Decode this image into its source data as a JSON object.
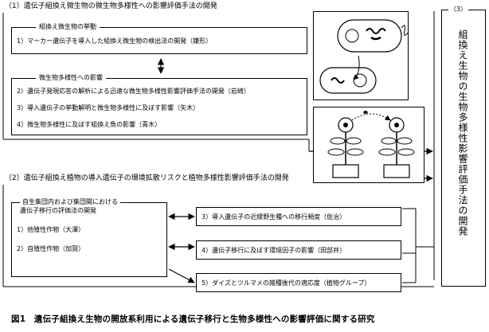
{
  "section1": {
    "title": "（1）遺伝子組換え微生物の微生物多様性への影響評価手法の開発",
    "groupA": {
      "heading": "組換え微生物の挙動",
      "item1": "1）マーカー遺伝子を導入した組換え微生物の検出法の開発（鎌形）"
    },
    "groupB": {
      "heading": "微生物多様性への影響",
      "item2": "2）遺伝子発現応答の解析による迅速な微生物多様性影響評価手法の開発（岩崎）",
      "item3": "3）導入遺伝子の挙動解明と微生物多様性に及ぼす影響（矢木）",
      "item4": "4）微生物多様性に及ぼす組換え魚の影響（青木）"
    }
  },
  "section2": {
    "title": "（2）遺伝子組換え植物の導入遺伝子の環境拡散リスクと植物多様性影響評価手法の開発",
    "left": {
      "heading_line1": "自生集団内および集団間における",
      "heading_line2": "遺伝子移行の評価法の開発",
      "item1": "1）他殖性作物（大澤）",
      "item2": "2）自殖性作物（加賀）"
    },
    "right": {
      "item3": "3）導入遺伝子の近縁野生種への移行頻度（佐治）",
      "item4": "4）遺伝子移行に及ぼす環境因子の影響（田部井）",
      "item5": "5）ダイズとツルマメの雑種後代の適応度（植物グループ）"
    }
  },
  "section3": {
    "label": "（3）",
    "text": "組換え生物の生物多様性影響評価手法の開発"
  },
  "caption": "図1　遺伝子組換え生物の開放系利用による遺伝子移行と生物多様性への影響評価に関する研究"
}
